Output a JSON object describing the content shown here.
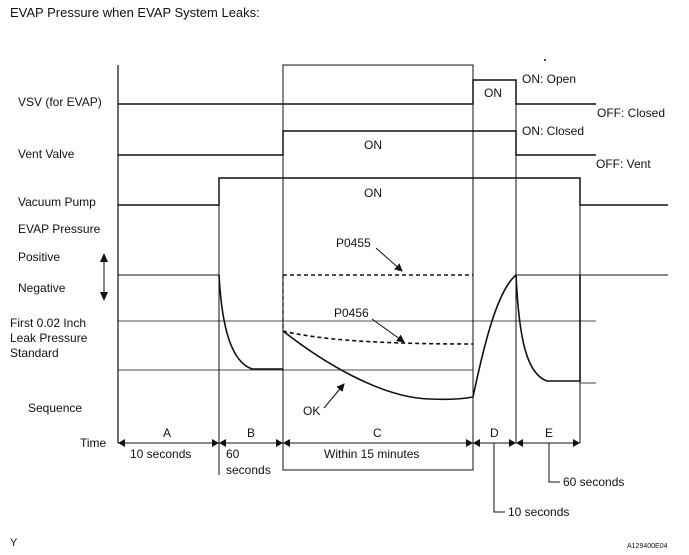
{
  "title": "EVAP Pressure when EVAP System Leaks:",
  "rows": {
    "vsv": "VSV (for EVAP)",
    "vent": "Vent Valve",
    "pump": "Vacuum Pump",
    "evap": "EVAP Pressure",
    "positive": "Positive",
    "negative": "Negative",
    "standard_line1": "First 0.02 Inch",
    "standard_line2": "Leak Pressure",
    "standard_line3": "Standard",
    "sequence": "Sequence",
    "time": "Time"
  },
  "states": {
    "vsv_on": "ON",
    "vsv_on_open": "ON: Open",
    "vsv_off_closed": "OFF: Closed",
    "vent_on": "ON",
    "vent_on_closed": "ON: Closed",
    "vent_off_vent": "OFF: Vent",
    "pump_on": "ON"
  },
  "curves": {
    "p0455": "P0455",
    "p0456": "P0456",
    "ok": "OK"
  },
  "sequence": [
    {
      "letter": "A",
      "duration": "10 seconds"
    },
    {
      "letter": "B",
      "duration_line1": "60",
      "duration_line2": "seconds"
    },
    {
      "letter": "C",
      "duration": "Within 15 minutes"
    },
    {
      "letter": "D",
      "duration": "10 seconds"
    },
    {
      "letter": "E",
      "duration": "60 seconds"
    }
  ],
  "footer": {
    "left": "Y",
    "code": "A129400E04"
  }
}
